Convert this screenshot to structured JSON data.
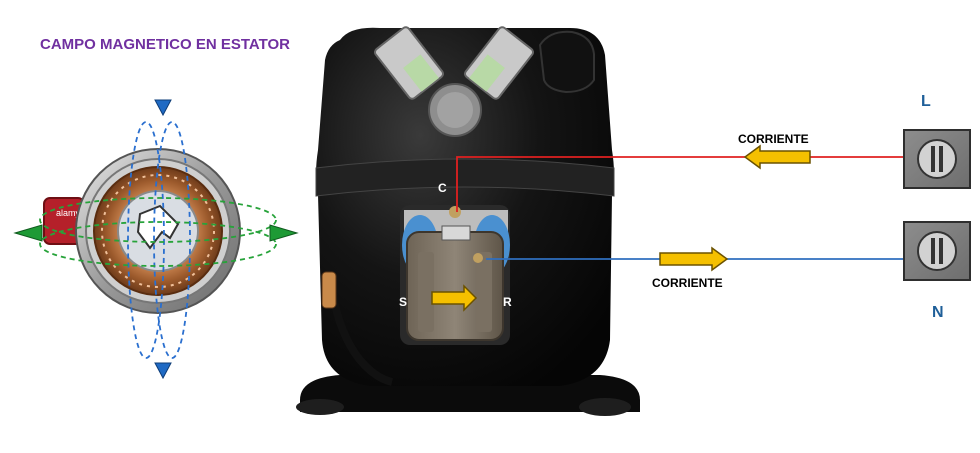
{
  "title": "CAMPO MAGNETICO EN ESTATOR",
  "terminals": {
    "line": "L",
    "neutral": "N",
    "common": "C",
    "start": "S",
    "run": "R"
  },
  "currents": {
    "top": "CORRIENTE",
    "bottom": "CORRIENTE"
  },
  "colors": {
    "title": "#7030a0",
    "line_wire": "#e02020",
    "neutral_wire": "#2f6fbf",
    "arrow_fill": "#f5c000",
    "field_blue": "#2a6fcf",
    "field_green": "#27a33a",
    "terminal_label": "#1f5f99"
  },
  "watermark": "alamy"
}
